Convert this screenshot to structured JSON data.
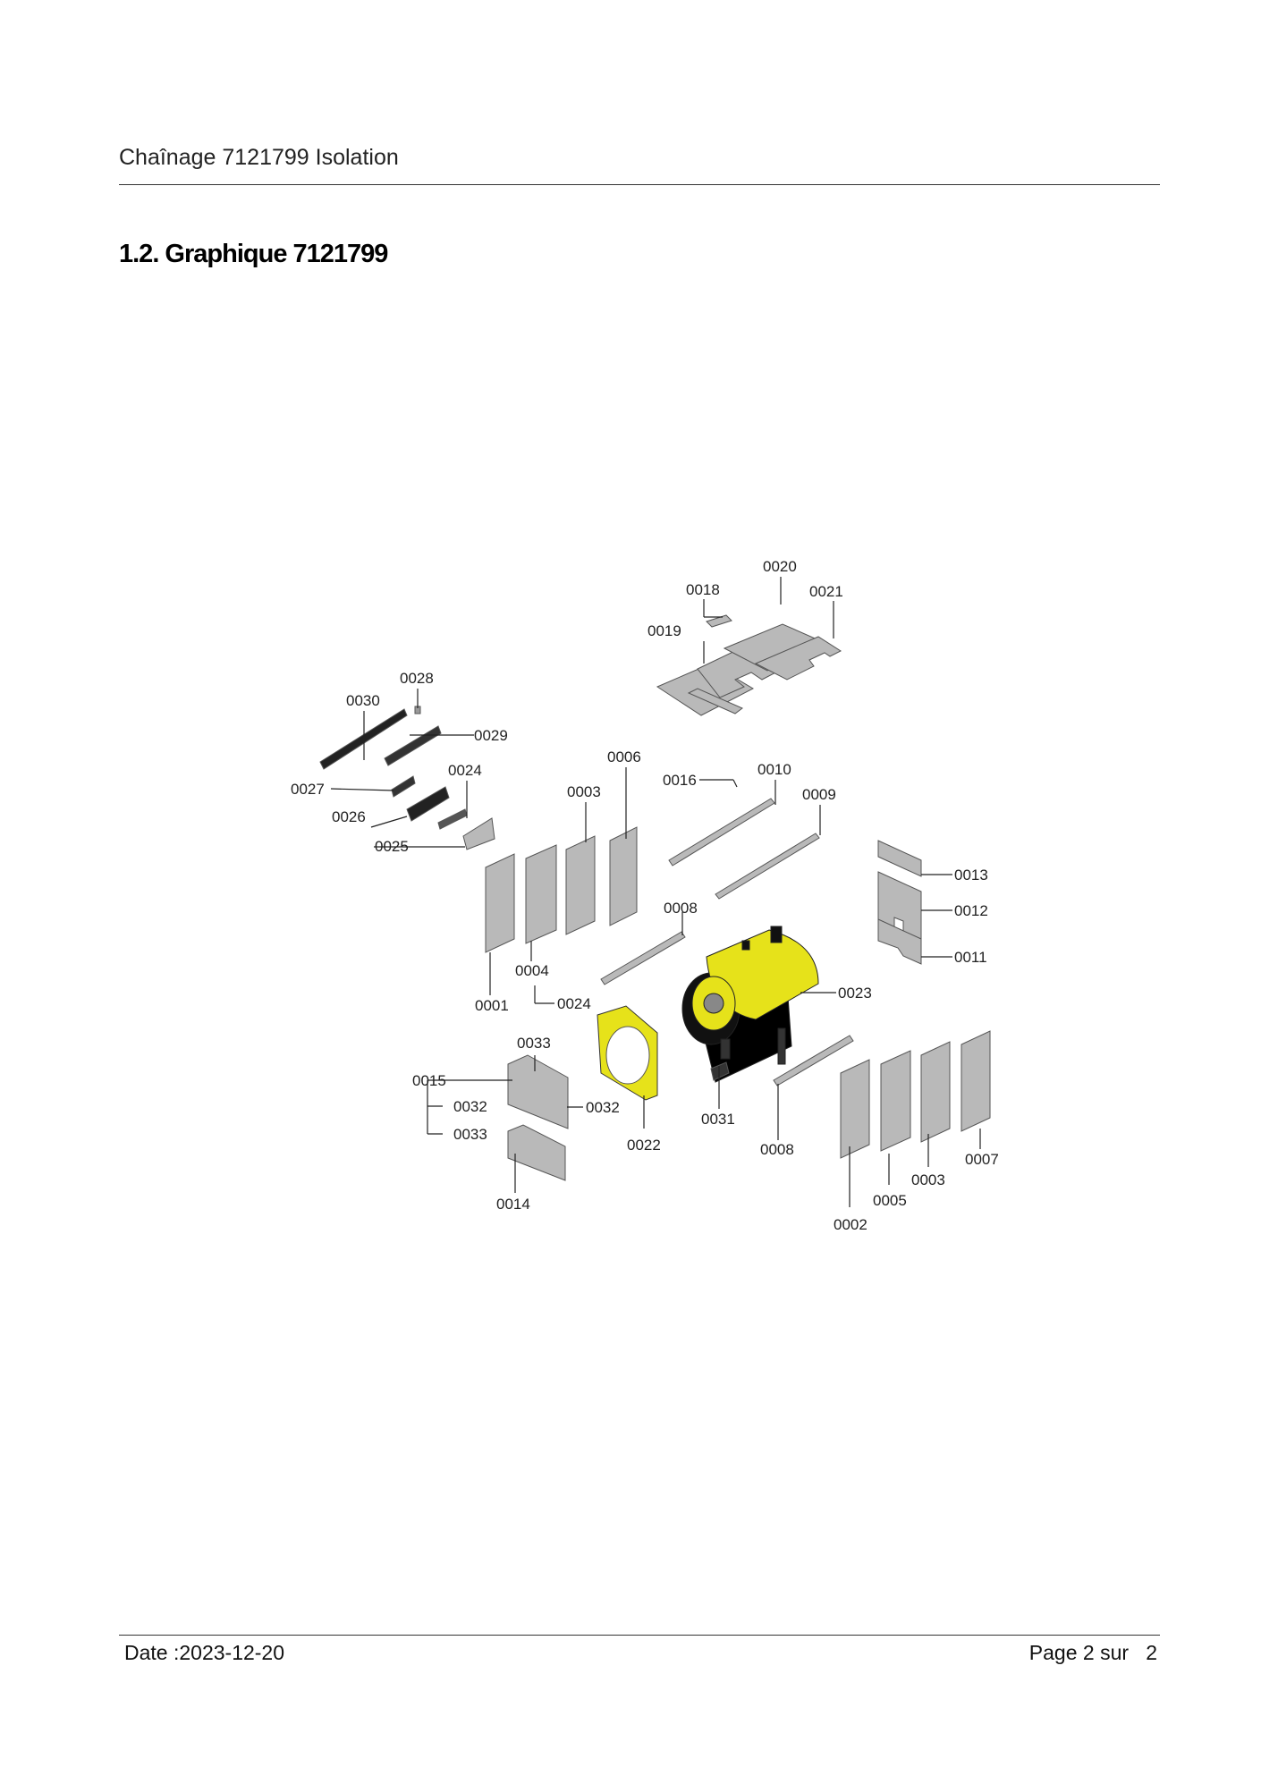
{
  "header": {
    "title": "Chaînage 7121799 Isolation"
  },
  "section": {
    "title": "1.2. Graphique 7121799"
  },
  "diagram": {
    "labels": {
      "l0020": "0020",
      "l0018": "0018",
      "l0021": "0021",
      "l0019": "0019",
      "l0028": "0028",
      "l0030": "0030",
      "l0029": "0029",
      "l0006": "0006",
      "l0024a": "0024",
      "l0016": "0016",
      "l0010": "0010",
      "l0027": "0027",
      "l0003a": "0003",
      "l0009": "0009",
      "l0026": "0026",
      "l0025": "0025",
      "l0013": "0013",
      "l0012": "0012",
      "l0008a": "0008",
      "l0011": "0011",
      "l0004": "0004",
      "l0023": "0023",
      "l0001": "0001",
      "l0024b": "0024",
      "l0033a": "0033",
      "l0015": "0015",
      "l0032a": "0032",
      "l0032b": "0032",
      "l0033b": "0033",
      "l0031": "0031",
      "l0022": "0022",
      "l0008b": "0008",
      "l0007": "0007",
      "l0003b": "0003",
      "l0014": "0014",
      "l0005": "0005",
      "l0002": "0002"
    }
  },
  "footer": {
    "date": "Date :2023-12-20",
    "page_prefix": "Page 2 sur",
    "page_total": "2"
  },
  "colors": {
    "accent": "#e6e21a",
    "panel": "#b9b9b9",
    "line": "#222222"
  }
}
